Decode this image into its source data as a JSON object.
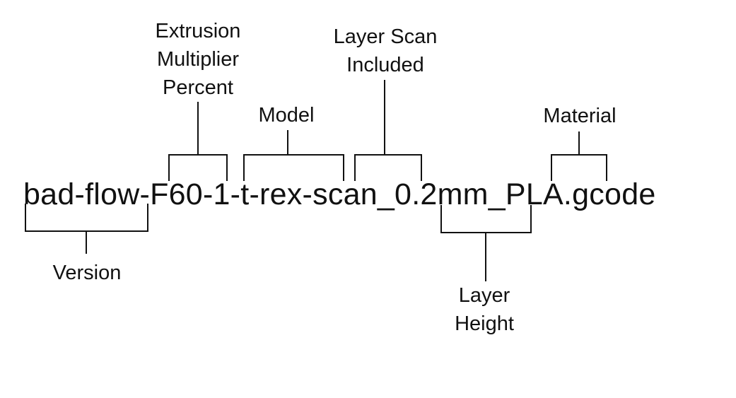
{
  "filename": "bad-flow-F60-1-t-rex-scan_0.2mm_PLA.gcode",
  "labels": {
    "extrusion_multiplier": [
      "Extrusion",
      "Multiplier",
      "Percent"
    ],
    "model": [
      "Model"
    ],
    "layer_scan_included": [
      "Layer Scan",
      "Included"
    ],
    "material": [
      "Material"
    ],
    "version": [
      "Version"
    ],
    "layer_height": [
      "Layer",
      "Height"
    ]
  }
}
